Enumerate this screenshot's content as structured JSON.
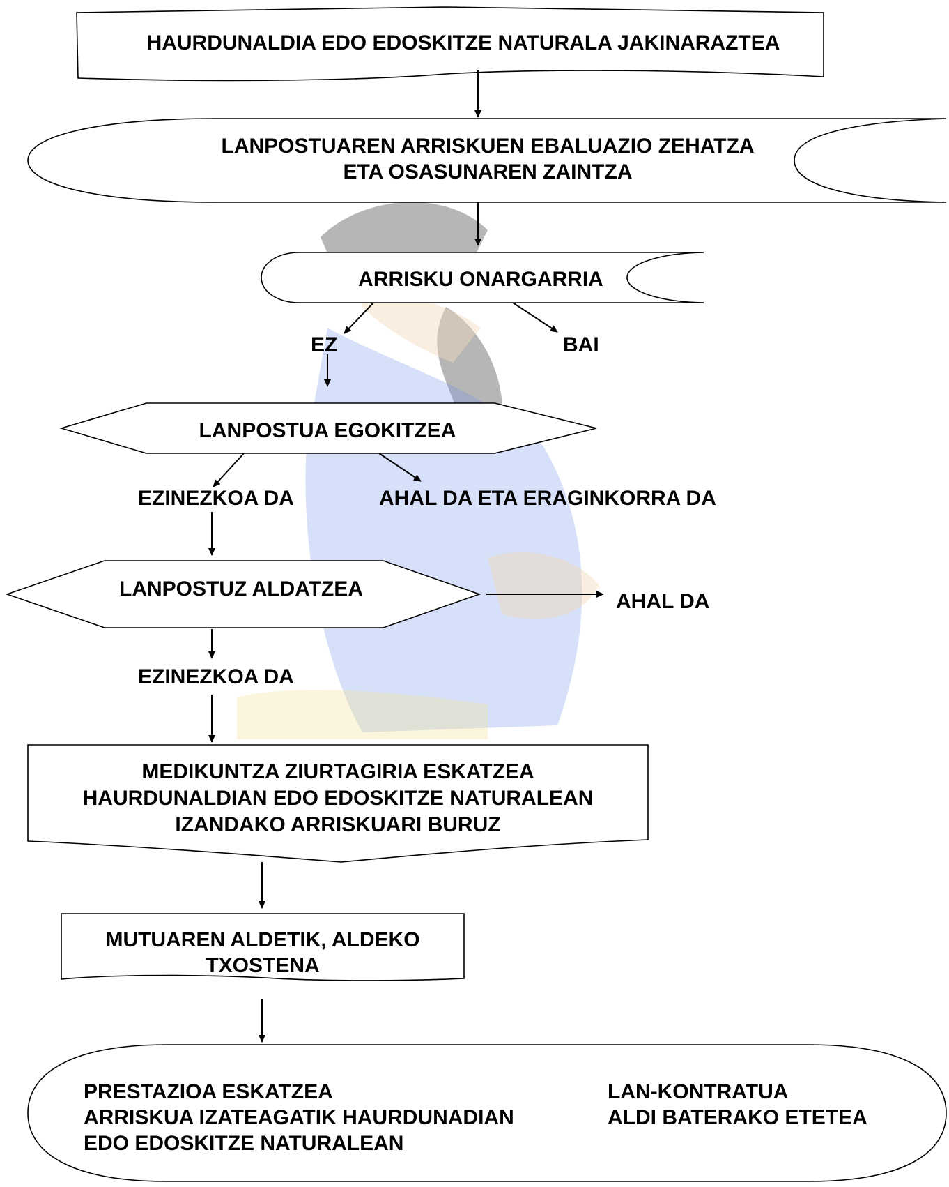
{
  "nodes": {
    "notify": {
      "lines": [
        "HAURDUNALDIA EDO EDOSKITZE NATURALA JAKINARAZTEA"
      ]
    },
    "evaluation": {
      "lines": [
        "LANPOSTUAREN ARRISKUEN EBALUAZIO ZEHATZA",
        "ETA OSASUNAREN ZAINTZA"
      ]
    },
    "acceptable_risk": {
      "lines": [
        "ARRISKU ONARGARRIA"
      ]
    },
    "adapt_post": {
      "lines": [
        "LANPOSTUA EGOKITZEA"
      ]
    },
    "change_post": {
      "lines": [
        "LANPOSTUZ ALDATZEA"
      ]
    },
    "medical_certificate": {
      "lines": [
        "MEDIKUNTZA ZIURTAGIRIA ESKATZEA",
        "HAURDUNALDIAN EDO EDOSKITZE NATURALEAN",
        "IZANDAKO ARRISKUARI BURUZ"
      ]
    },
    "mutual_report": {
      "lines": [
        "MUTUAREN ALDETIK, ALDEKO",
        "TXOSTENA"
      ]
    },
    "final": {
      "left_lines": [
        "PRESTAZIOA ESKATZEA",
        "ARRISKUA IZATEAGATIK HAURDUNADIAN",
        "EDO EDOSKITZE NATURALEAN"
      ],
      "right_lines": [
        "LAN-KONTRATUA",
        "ALDI BATERAKO ETETEA"
      ]
    }
  },
  "edge_labels": {
    "no": "EZ",
    "yes": "BAI",
    "impossible_1": "EZINEZKOA DA",
    "possible_effective": "AHAL DA ETA ERAGINKORRA DA",
    "possible": "AHAL DA",
    "impossible_2": "EZINEZKOA DA"
  }
}
